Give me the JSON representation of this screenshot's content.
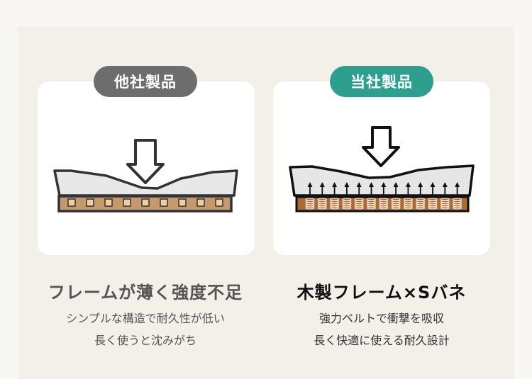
{
  "other": {
    "badge": "他社製品",
    "title": "フレームが薄く強度不足",
    "lines": [
      "シンプルな構造で耐久性が低い",
      "長く使うと沈みがち"
    ],
    "badge_color": "#6d6d6d"
  },
  "ours": {
    "badge": "当社製品",
    "title": "木製フレーム×Sバネ",
    "lines": [
      "強力ベルトで衝撃を吸収",
      "長く快適に使える耐久設計"
    ],
    "badge_color": "#2e9e8f"
  }
}
